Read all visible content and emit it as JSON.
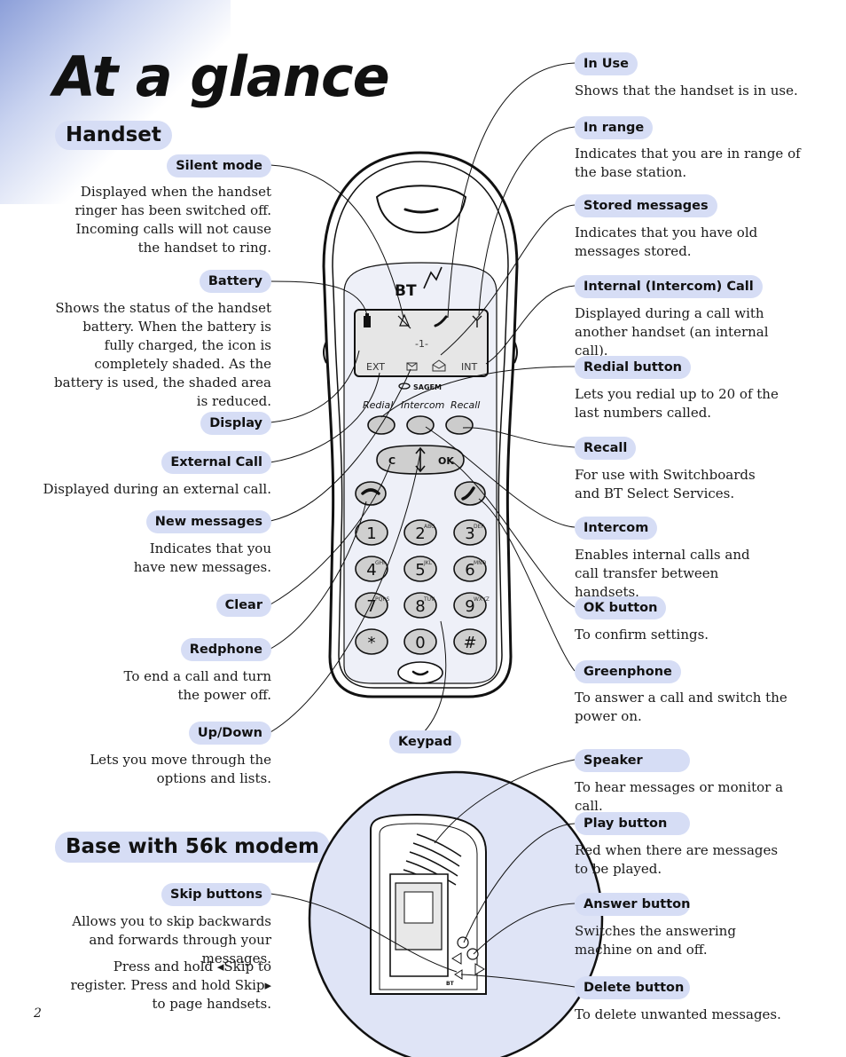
{
  "page": {
    "title": "At a glance",
    "page_number": "2"
  },
  "sections": {
    "handset": "Handset",
    "base": "Base with 56k modem"
  },
  "handset_left": [
    {
      "label": "Silent mode",
      "desc": "Displayed when the handset ringer has been switched off. Incoming calls will not cause the handset to ring."
    },
    {
      "label": "Battery",
      "desc": "Shows the status of the handset battery. When the battery is fully charged, the icon is completely shaded. As the battery is used, the shaded area is reduced."
    },
    {
      "label": "Display",
      "desc": ""
    },
    {
      "label": "External Call",
      "desc": "Displayed during an external call."
    },
    {
      "label": "New messages",
      "desc": "Indicates that you have new messages."
    },
    {
      "label": "Clear",
      "desc": ""
    },
    {
      "label": "Redphone",
      "desc": "To end a call and turn the power off."
    },
    {
      "label": "Up/Down",
      "desc": "Lets you move through the options and lists."
    }
  ],
  "handset_right": [
    {
      "label": "In Use",
      "desc": "Shows that the handset is in use."
    },
    {
      "label": "In range",
      "desc": "Indicates that you are in range of the base station."
    },
    {
      "label": "Stored messages",
      "desc": "Indicates that you have old messages stored."
    },
    {
      "label": "Internal (Intercom) Call",
      "desc": "Displayed during a call with another handset (an internal call)."
    },
    {
      "label": "Redial button",
      "desc": "Lets you redial up to 20 of the last numbers called."
    },
    {
      "label": "Recall",
      "desc": "For use with Switchboards and BT Select Services."
    },
    {
      "label": "Intercom",
      "desc": "Enables internal calls and call transfer between handsets."
    },
    {
      "label": "OK button",
      "desc": "To confirm settings."
    },
    {
      "label": "Greenphone",
      "desc": "To answer a call and switch the power on."
    }
  ],
  "keypad_label": "Keypad",
  "base_left": {
    "label": "Skip buttons",
    "desc": "Allows you to skip backwards and forwards through your messages.",
    "desc2": "Press and hold ◂Skip to register. Press and hold Skip▸ to page handsets."
  },
  "base_right": [
    {
      "label": "Speaker",
      "desc": "To hear messages or monitor a call."
    },
    {
      "label": "Play button",
      "desc": "Red when there are messages to be played."
    },
    {
      "label": "Answer button",
      "desc": "Switches the answering machine on and off."
    },
    {
      "label": "Delete button",
      "desc": "To delete unwanted messages."
    }
  ],
  "phone": {
    "brand": "BT",
    "maker": "SAGEM",
    "screen_center": "-1-",
    "screen_ext": "EXT",
    "screen_int": "INT",
    "soft_labels": [
      "Redial",
      "Intercom",
      "Recall"
    ],
    "nav_c": "C",
    "nav_ok": "OK",
    "keys": [
      {
        "d": "1",
        "l": ""
      },
      {
        "d": "2",
        "l": "ABC"
      },
      {
        "d": "3",
        "l": "DEF"
      },
      {
        "d": "4",
        "l": "GHI"
      },
      {
        "d": "5",
        "l": "JKL"
      },
      {
        "d": "6",
        "l": "MNO"
      },
      {
        "d": "7",
        "l": "PQRS"
      },
      {
        "d": "8",
        "l": "TUV"
      },
      {
        "d": "9",
        "l": "WXYZ"
      },
      {
        "d": "*",
        "l": ""
      },
      {
        "d": "0",
        "l": ""
      },
      {
        "d": "#",
        "l": ""
      }
    ]
  },
  "colors": {
    "pill_bg": "#d6ddf5",
    "corner": "#8c9fd9",
    "base_circle": "#dfe4f6"
  }
}
